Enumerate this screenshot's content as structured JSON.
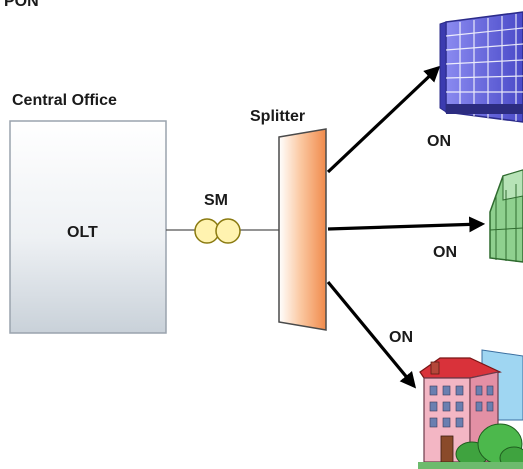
{
  "top_text": "PON",
  "central_office": {
    "title": "Central Office",
    "olt_label": "OLT"
  },
  "splice_label": "SM",
  "splitter_label": "Splitter",
  "onu_labels": {
    "upper": "ON",
    "middle": "ON",
    "lower": "ON"
  },
  "colors": {
    "arrow": "#000000",
    "splitter_orange": "#f08a4b",
    "coupler_fill": "#fff3b0",
    "coupler_stroke": "#8a7a10",
    "office_box_top": "#ffffff",
    "office_box_bottom": "#c9d1d9",
    "building_blue": "#5a5ad6",
    "house_green": "#6dbb6d",
    "house_pink": "#f3b6c4",
    "roof_red": "#d9323a"
  },
  "icons": {
    "upper": "office-tower-icon",
    "middle": "greenhouse-icon",
    "lower": "apartment-house-icon"
  }
}
